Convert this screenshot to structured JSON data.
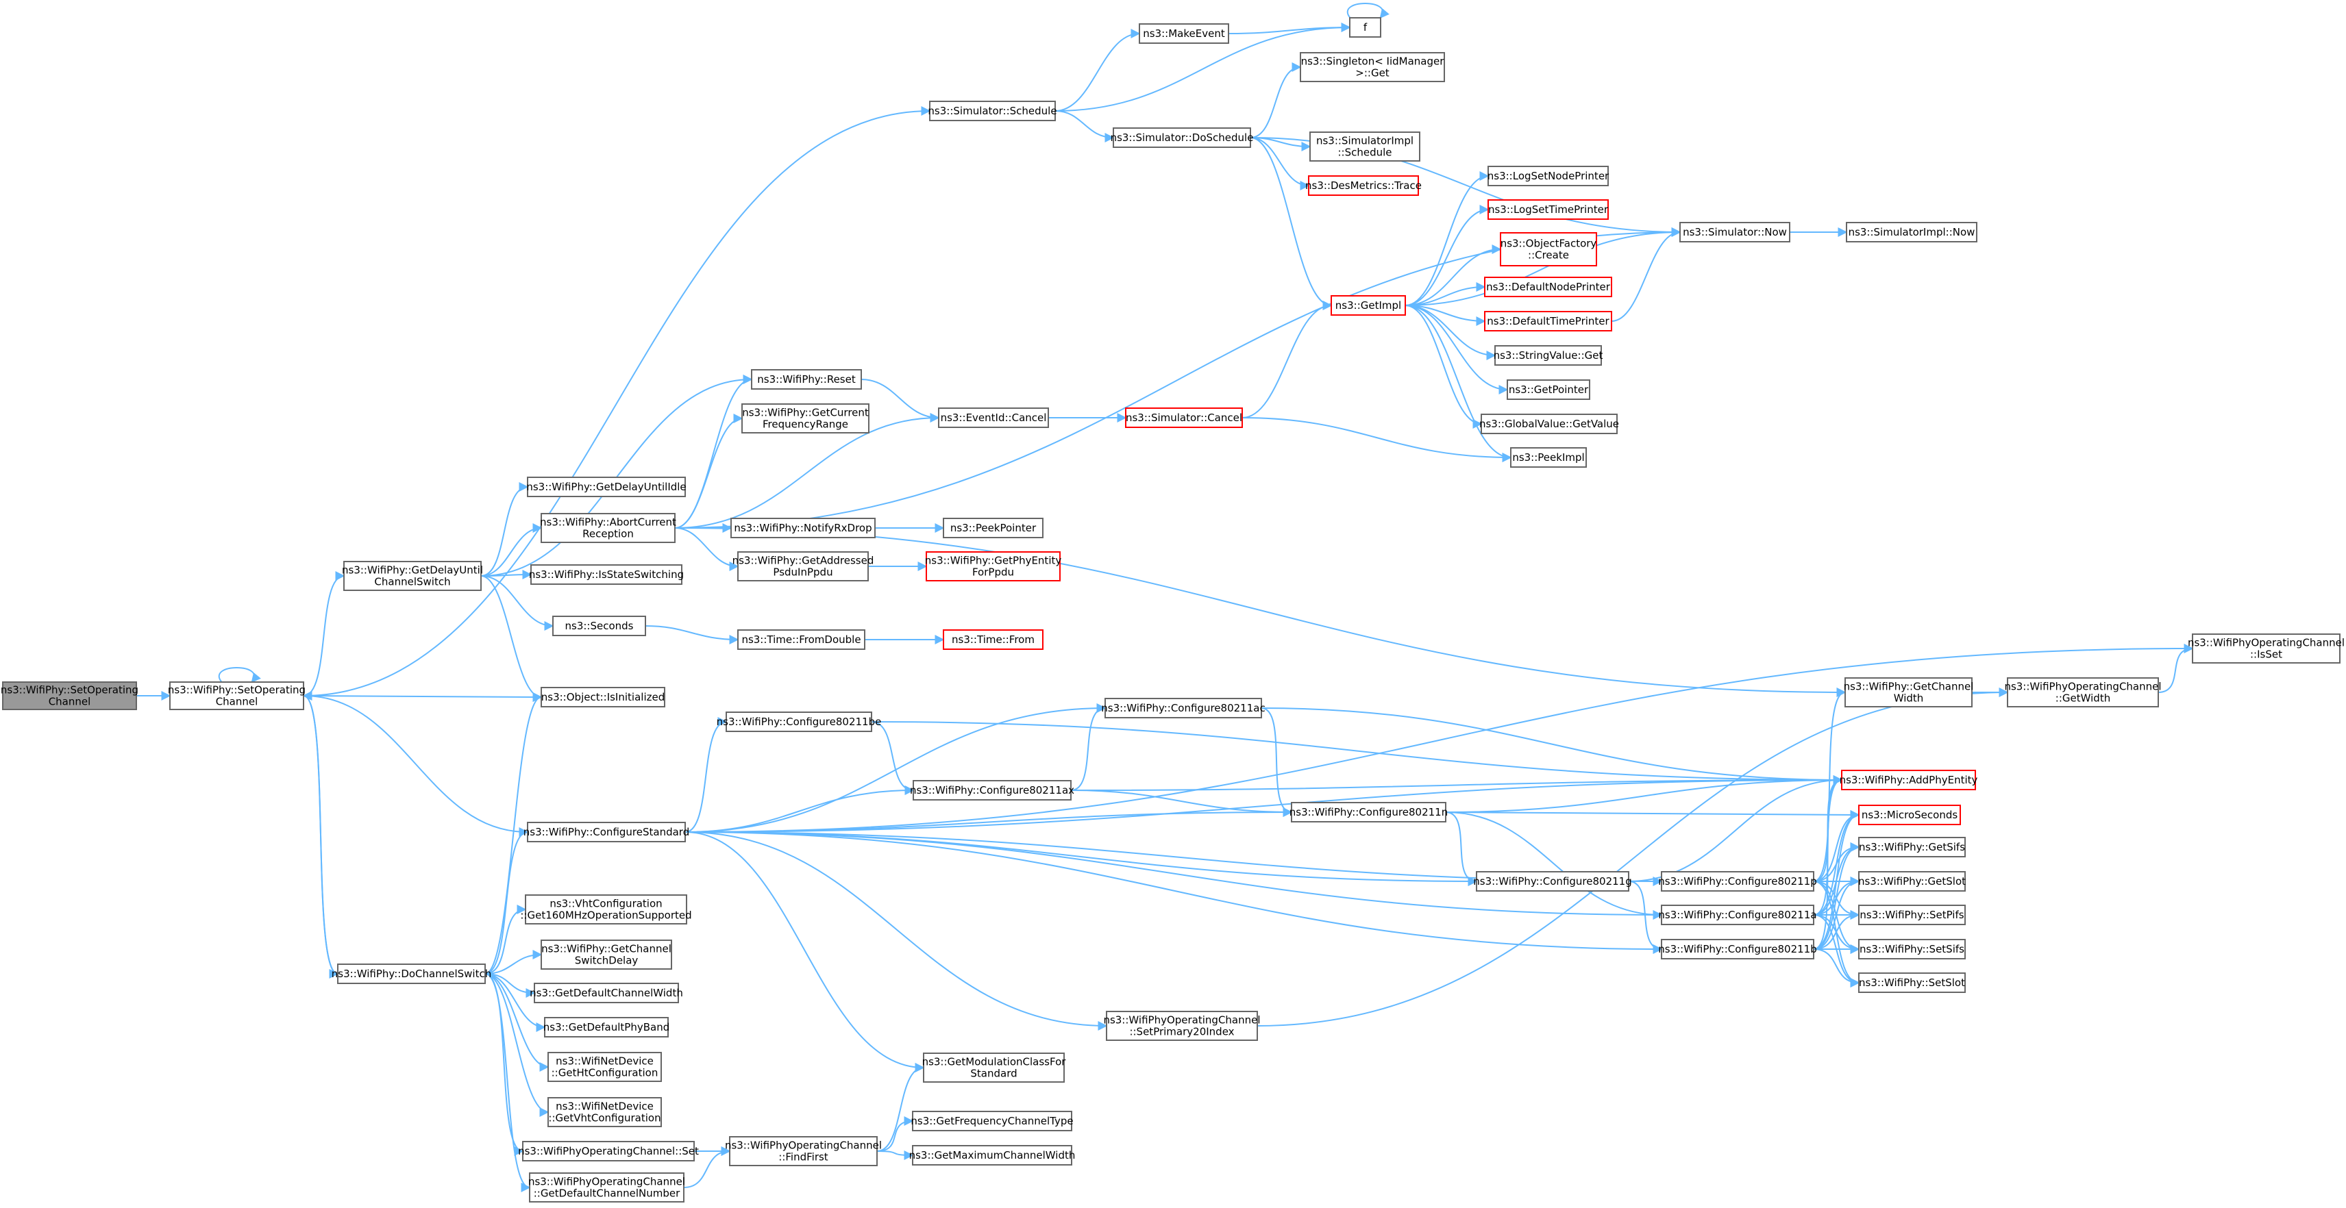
{
  "colors": {
    "edge": "#63b8ff",
    "node_border": "#666666",
    "node_fill": "#ffffff",
    "red_border": "#ff0000",
    "root_fill": "#999999"
  },
  "nodes": [
    {
      "id": "root",
      "lines": [
        "ns3::WifiPhy::SetOperating",
        "Channel"
      ],
      "style": "root"
    },
    {
      "id": "setop",
      "lines": [
        "ns3::WifiPhy::SetOperating",
        "Channel"
      ],
      "style": "normal"
    },
    {
      "id": "schedule",
      "lines": [
        "ns3::Simulator::Schedule"
      ],
      "style": "normal"
    },
    {
      "id": "makeevent",
      "lines": [
        "ns3::MakeEvent"
      ],
      "style": "normal"
    },
    {
      "id": "f",
      "lines": [
        "f"
      ],
      "style": "normal"
    },
    {
      "id": "singleton",
      "lines": [
        "ns3::Singleton< IidManager",
        ">::Get"
      ],
      "style": "normal"
    },
    {
      "id": "doschedule",
      "lines": [
        "ns3::Simulator::DoSchedule"
      ],
      "style": "normal"
    },
    {
      "id": "simimplschedule",
      "lines": [
        "ns3::SimulatorImpl",
        "::Schedule"
      ],
      "style": "normal"
    },
    {
      "id": "desmetrics",
      "lines": [
        "ns3::DesMetrics::Trace"
      ],
      "style": "red"
    },
    {
      "id": "lognode",
      "lines": [
        "ns3::LogSetNodePrinter"
      ],
      "style": "normal"
    },
    {
      "id": "logtime",
      "lines": [
        "ns3::LogSetTimePrinter"
      ],
      "style": "red"
    },
    {
      "id": "objfactory",
      "lines": [
        "ns3::ObjectFactory",
        "::Create"
      ],
      "style": "red"
    },
    {
      "id": "defnode",
      "lines": [
        "ns3::DefaultNodePrinter"
      ],
      "style": "red"
    },
    {
      "id": "deftime",
      "lines": [
        "ns3::DefaultTimePrinter"
      ],
      "style": "red"
    },
    {
      "id": "getimpl",
      "lines": [
        "ns3::GetImpl"
      ],
      "style": "red"
    },
    {
      "id": "strget",
      "lines": [
        "ns3::StringValue::Get"
      ],
      "style": "normal"
    },
    {
      "id": "getpointer",
      "lines": [
        "ns3::GetPointer"
      ],
      "style": "normal"
    },
    {
      "id": "globalget",
      "lines": [
        "ns3::GlobalValue::GetValue"
      ],
      "style": "normal"
    },
    {
      "id": "peekimpl",
      "lines": [
        "ns3::PeekImpl"
      ],
      "style": "normal"
    },
    {
      "id": "simnow",
      "lines": [
        "ns3::Simulator::Now"
      ],
      "style": "normal"
    },
    {
      "id": "simimplnow",
      "lines": [
        "ns3::SimulatorImpl::Now"
      ],
      "style": "normal"
    },
    {
      "id": "reset",
      "lines": [
        "ns3::WifiPhy::Reset"
      ],
      "style": "normal"
    },
    {
      "id": "getcurfreq",
      "lines": [
        "ns3::WifiPhy::GetCurrent",
        "FrequencyRange"
      ],
      "style": "normal"
    },
    {
      "id": "eventcancel",
      "lines": [
        "ns3::EventId::Cancel"
      ],
      "style": "normal"
    },
    {
      "id": "simcancel",
      "lines": [
        "ns3::Simulator::Cancel"
      ],
      "style": "red"
    },
    {
      "id": "getdelayidle",
      "lines": [
        "ns3::WifiPhy::GetDelayUntilIdle"
      ],
      "style": "normal"
    },
    {
      "id": "abortrx",
      "lines": [
        "ns3::WifiPhy::AbortCurrent",
        "Reception"
      ],
      "style": "normal"
    },
    {
      "id": "notifyrxdrop",
      "lines": [
        "ns3::WifiPhy::NotifyRxDrop"
      ],
      "style": "normal"
    },
    {
      "id": "peekpointer",
      "lines": [
        "ns3::PeekPointer"
      ],
      "style": "normal"
    },
    {
      "id": "getaddressed",
      "lines": [
        "ns3::WifiPhy::GetAddressed",
        "PsduInPpdu"
      ],
      "style": "normal"
    },
    {
      "id": "getphyentity",
      "lines": [
        "ns3::WifiPhy::GetPhyEntity",
        "ForPpdu"
      ],
      "style": "red"
    },
    {
      "id": "getdelaych",
      "lines": [
        "ns3::WifiPhy::GetDelayUntil",
        "ChannelSwitch"
      ],
      "style": "normal"
    },
    {
      "id": "isstatesw",
      "lines": [
        "ns3::WifiPhy::IsStateSwitching"
      ],
      "style": "normal"
    },
    {
      "id": "seconds",
      "lines": [
        "ns3::Seconds"
      ],
      "style": "normal"
    },
    {
      "id": "fromdouble",
      "lines": [
        "ns3::Time::FromDouble"
      ],
      "style": "normal"
    },
    {
      "id": "timefrom",
      "lines": [
        "ns3::Time::From"
      ],
      "style": "red"
    },
    {
      "id": "isinit",
      "lines": [
        "ns3::Object::IsInitialized"
      ],
      "style": "normal"
    },
    {
      "id": "getchwidth",
      "lines": [
        "ns3::WifiPhy::GetChannel",
        "Width"
      ],
      "style": "normal"
    },
    {
      "id": "opgetwidth",
      "lines": [
        "ns3::WifiPhyOperatingChannel",
        "::GetWidth"
      ],
      "style": "normal"
    },
    {
      "id": "opisset",
      "lines": [
        "ns3::WifiPhyOperatingChannel",
        "::IsSet"
      ],
      "style": "normal"
    },
    {
      "id": "cfgbe",
      "lines": [
        "ns3::WifiPhy::Configure80211be"
      ],
      "style": "normal"
    },
    {
      "id": "cfgac",
      "lines": [
        "ns3::WifiPhy::Configure80211ac"
      ],
      "style": "normal"
    },
    {
      "id": "cfgax",
      "lines": [
        "ns3::WifiPhy::Configure80211ax"
      ],
      "style": "normal"
    },
    {
      "id": "cfgn",
      "lines": [
        "ns3::WifiPhy::Configure80211n"
      ],
      "style": "normal"
    },
    {
      "id": "addphy",
      "lines": [
        "ns3::WifiPhy::AddPhyEntity"
      ],
      "style": "red"
    },
    {
      "id": "micro",
      "lines": [
        "ns3::MicroSeconds"
      ],
      "style": "red"
    },
    {
      "id": "cfgstd",
      "lines": [
        "ns3::WifiPhy::ConfigureStandard"
      ],
      "style": "normal"
    },
    {
      "id": "cfgg",
      "lines": [
        "ns3::WifiPhy::Configure80211g"
      ],
      "style": "normal"
    },
    {
      "id": "cfgp",
      "lines": [
        "ns3::WifiPhy::Configure80211p"
      ],
      "style": "normal"
    },
    {
      "id": "cfga",
      "lines": [
        "ns3::WifiPhy::Configure80211a"
      ],
      "style": "normal"
    },
    {
      "id": "cfgb",
      "lines": [
        "ns3::WifiPhy::Configure80211b"
      ],
      "style": "normal"
    },
    {
      "id": "getsifs",
      "lines": [
        "ns3::WifiPhy::GetSifs"
      ],
      "style": "normal"
    },
    {
      "id": "getslot",
      "lines": [
        "ns3::WifiPhy::GetSlot"
      ],
      "style": "normal"
    },
    {
      "id": "setpifs",
      "lines": [
        "ns3::WifiPhy::SetPifs"
      ],
      "style": "normal"
    },
    {
      "id": "setsifs",
      "lines": [
        "ns3::WifiPhy::SetSifs"
      ],
      "style": "normal"
    },
    {
      "id": "setslot",
      "lines": [
        "ns3::WifiPhy::SetSlot"
      ],
      "style": "normal"
    },
    {
      "id": "vht160",
      "lines": [
        "ns3::VhtConfiguration",
        "::Get160MHzOperationSupported"
      ],
      "style": "normal"
    },
    {
      "id": "getchswdelay",
      "lines": [
        "ns3::WifiPhy::GetChannel",
        "SwitchDelay"
      ],
      "style": "normal"
    },
    {
      "id": "dochsw",
      "lines": [
        "ns3::WifiPhy::DoChannelSwitch"
      ],
      "style": "normal"
    },
    {
      "id": "getdefchw",
      "lines": [
        "ns3::GetDefaultChannelWidth"
      ],
      "style": "normal"
    },
    {
      "id": "getdefband",
      "lines": [
        "ns3::GetDefaultPhyBand"
      ],
      "style": "normal"
    },
    {
      "id": "ht",
      "lines": [
        "ns3::WifiNetDevice",
        "::GetHtConfiguration"
      ],
      "style": "normal"
    },
    {
      "id": "vht",
      "lines": [
        "ns3::WifiNetDevice",
        "::GetVhtConfiguration"
      ],
      "style": "normal"
    },
    {
      "id": "setp20",
      "lines": [
        "ns3::WifiPhyOperatingChannel",
        "::SetPrimary20Index"
      ],
      "style": "normal"
    },
    {
      "id": "getmodcls",
      "lines": [
        "ns3::GetModulationClassFor",
        "Standard"
      ],
      "style": "normal"
    },
    {
      "id": "opset",
      "lines": [
        "ns3::WifiPhyOperatingChannel::Set"
      ],
      "style": "normal"
    },
    {
      "id": "findfirst",
      "lines": [
        "ns3::WifiPhyOperatingChannel",
        "::FindFirst"
      ],
      "style": "normal"
    },
    {
      "id": "getfreqtype",
      "lines": [
        "ns3::GetFrequencyChannelType"
      ],
      "style": "normal"
    },
    {
      "id": "getmaxchw",
      "lines": [
        "ns3::GetMaximumChannelWidth"
      ],
      "style": "normal"
    },
    {
      "id": "getdefchnum",
      "lines": [
        "ns3::WifiPhyOperatingChannel",
        "::GetDefaultChannelNumber"
      ],
      "style": "normal"
    }
  ]
}
